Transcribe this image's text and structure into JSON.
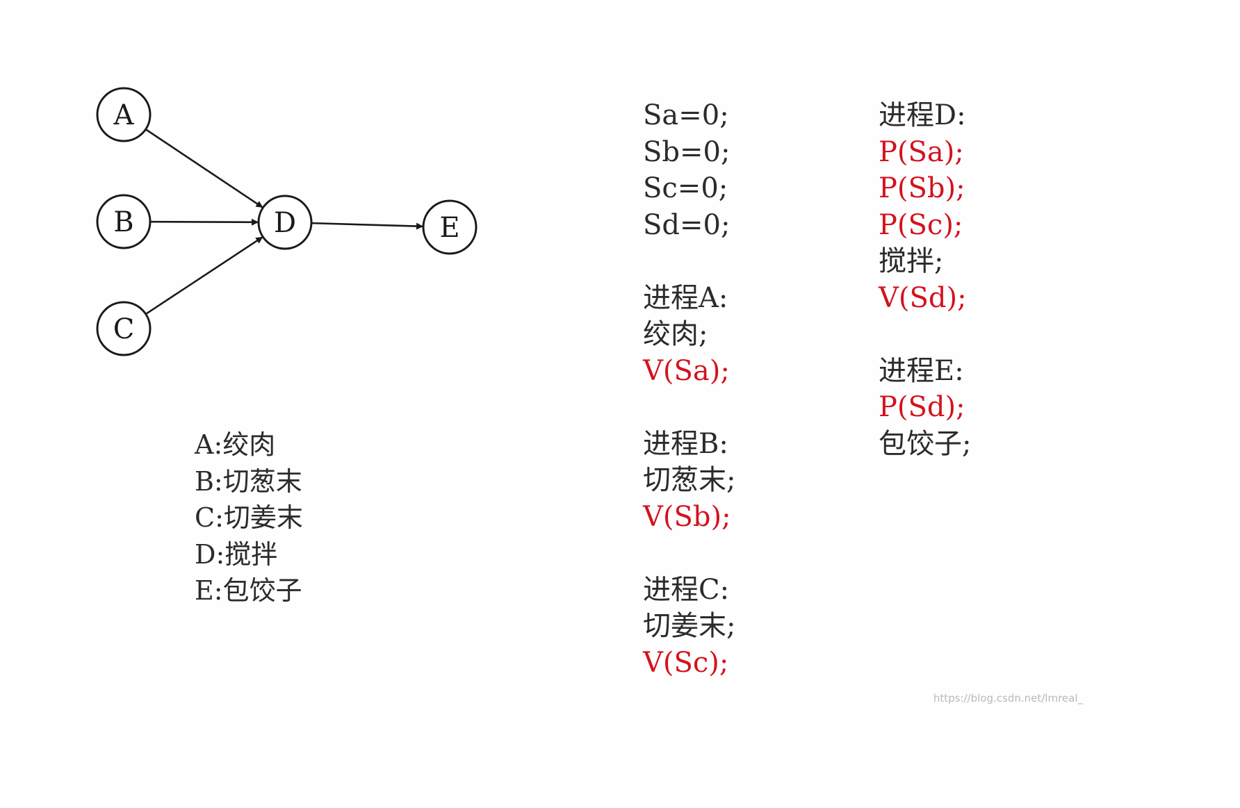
{
  "graph": {
    "nodes": [
      {
        "id": "A",
        "label": "A"
      },
      {
        "id": "B",
        "label": "B"
      },
      {
        "id": "C",
        "label": "C"
      },
      {
        "id": "D",
        "label": "D"
      },
      {
        "id": "E",
        "label": "E"
      }
    ],
    "edges": [
      {
        "from": "A",
        "to": "D"
      },
      {
        "from": "B",
        "to": "D"
      },
      {
        "from": "C",
        "to": "D"
      },
      {
        "from": "D",
        "to": "E"
      }
    ]
  },
  "legend": [
    "A:绞肉",
    "B:切葱末",
    "C:切姜末",
    "D:搅拌",
    "E:包饺子"
  ],
  "semaphores": [
    "Sa=0;",
    "Sb=0;",
    "Sc=0;",
    "Sd=0;"
  ],
  "processes": {
    "A": {
      "title": "进程A:",
      "lines": [
        {
          "text": "绞肉;",
          "red": false
        },
        {
          "text": "V(Sa);",
          "red": true
        }
      ]
    },
    "B": {
      "title": "进程B:",
      "lines": [
        {
          "text": "切葱末;",
          "red": false
        },
        {
          "text": "V(Sb);",
          "red": true
        }
      ]
    },
    "C": {
      "title": "进程C:",
      "lines": [
        {
          "text": "切姜末;",
          "red": false
        },
        {
          "text": "V(Sc);",
          "red": true
        }
      ]
    },
    "D": {
      "title": "进程D:",
      "lines": [
        {
          "text": "P(Sa);",
          "red": true
        },
        {
          "text": "P(Sb);",
          "red": true
        },
        {
          "text": "P(Sc);",
          "red": true
        },
        {
          "text": "搅拌;",
          "red": false
        },
        {
          "text": "V(Sd);",
          "red": true
        }
      ]
    },
    "E": {
      "title": "进程E:",
      "lines": [
        {
          "text": "P(Sd);",
          "red": true
        },
        {
          "text": "包饺子;",
          "red": false
        }
      ]
    }
  },
  "colors": {
    "red": "#d4121e",
    "text": "#2b2b2b"
  },
  "watermark": "https://blog.csdn.net/lmreal_"
}
